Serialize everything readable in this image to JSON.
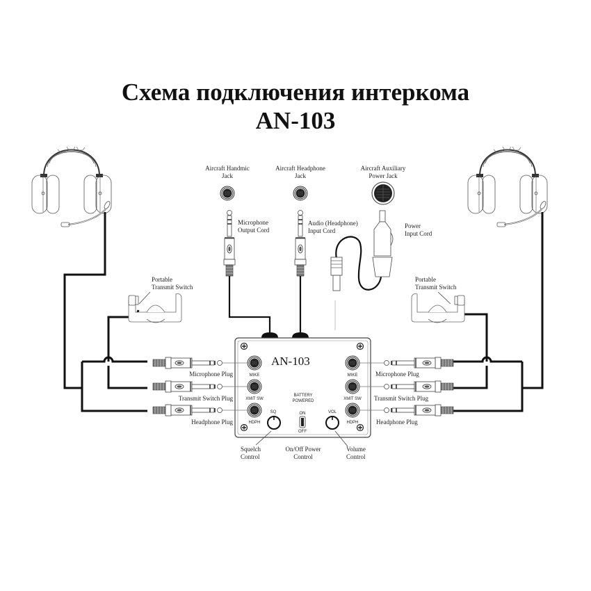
{
  "title": {
    "line1": "Схема подключения интеркома",
    "line2": "AN-103"
  },
  "device": {
    "model": "AN-103",
    "left_ports": [
      "MIKE",
      "XMIT SW",
      "HDPH"
    ],
    "right_ports": [
      "MIKE",
      "XMIT SW",
      "HDPH"
    ],
    "battery_label_1": "BATTERY",
    "battery_label_2": "POWERED",
    "squelch_label": "SQ",
    "volume_label": "VOL",
    "switch_on": "ON",
    "switch_off": "OFF"
  },
  "aircraft_jacks": [
    {
      "line1": "Aircraft Handmic",
      "line2": "Jack"
    },
    {
      "line1": "Aircraft Headphone",
      "line2": "Jack"
    },
    {
      "line1": "Aircraft Auxiliary",
      "line2": "Power Jack"
    }
  ],
  "cords": {
    "mic_output": {
      "line1": "Microphone",
      "line2": "Output Cord"
    },
    "audio_input": {
      "line1": "Audio (Headphone)",
      "line2": "Input Cord"
    },
    "power_input": {
      "line1": "Power",
      "line2": "Input Cord"
    }
  },
  "ptt": {
    "left": {
      "line1": "Portable",
      "line2": "Transmit Switch"
    },
    "right": {
      "line1": "Portable",
      "line2": "Transmit Switch"
    }
  },
  "plugs": {
    "left": [
      "Microphone Plug",
      "Transmit Switch  Plug",
      "Headphone Plug"
    ],
    "right": [
      "Microphone Plug",
      "Transmit Switch  Plug",
      "Headphone Plug"
    ]
  },
  "controls": {
    "squelch": {
      "line1": "Squelch",
      "line2": "Control"
    },
    "power": {
      "line1": "On/Off Power",
      "line2": "Control"
    },
    "volume": {
      "line1": "Volume",
      "line2": "Control"
    }
  },
  "icons": {
    "headset": "headset-icon",
    "jack": "panel-jack-icon",
    "plug": "phone-plug-icon",
    "ptt": "push-to-talk-icon",
    "lighter_plug": "cigarette-lighter-plug-icon",
    "knob": "rotary-knob-icon",
    "toggle": "toggle-switch-icon",
    "screw": "screw-icon"
  }
}
